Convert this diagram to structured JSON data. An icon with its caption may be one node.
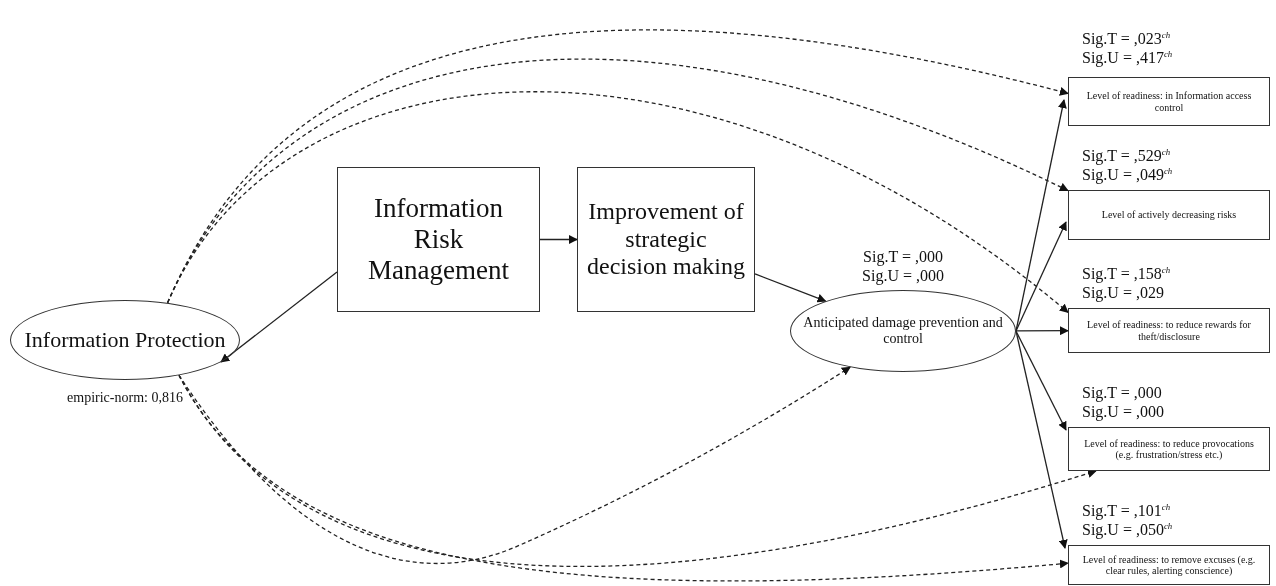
{
  "diagram": {
    "nodes": [
      {
        "text": [
          "Information Protection"
        ],
        "beside": [
          "empiric-norm:  0,816"
        ]
      },
      {
        "text": [
          "Information Risk Management"
        ]
      },
      {
        "text": [
          "Improvement of strategic decision making"
        ]
      },
      {
        "text": [
          "Anticipated damage prevention and control"
        ],
        "beside": [
          "Sig.T = ,000",
          "Sig.U = ,000"
        ]
      },
      {
        "text": [
          "Level of readiness: in Information access control"
        ],
        "beside": [
          "Sig.T = ,023$^{ch}$",
          "Sig.U = ,417$^{ch}$"
        ]
      },
      {
        "text": [
          "Level of actively decreasing risks"
        ],
        "beside": [
          "Sig.T = ,529$^{ch}$",
          "Sig.U = ,049$^{ch}$"
        ]
      },
      {
        "text": [
          "Level of readiness: to reduce rewards for theft/disclosure"
        ],
        "beside": [
          "Sig.T = ,158$^{ch}$",
          "Sig.U = ,029"
        ]
      },
      {
        "text": [
          "Level of readiness: to reduce provocations (e.g. frustration/stress etc.)"
        ],
        "beside": [
          "Sig.T = ,000",
          "Sig.U = ,000"
        ]
      },
      {
        "text": [
          "Level of readiness: to remove excuses (e.g. clear rules, alerting conscience)"
        ],
        "beside": [
          "Sig.T = ,101$^{ch}$",
          "Sig.U = ,050$^{ch}$"
        ]
      }
    ],
    "edges": [
      {
        "from": 1,
        "to": 0,
        "arrow": "to"
      },
      {
        "from": 1,
        "to": 2,
        "arrow": "to"
      },
      {
        "from": 2,
        "to": 3,
        "arrow": "to"
      },
      {
        "from": 0,
        "to": 3,
        "arrow": "to",
        "style": "dashed"
      },
      {
        "from": 0,
        "to": 4,
        "arrow": "to",
        "style": "dashed"
      },
      {
        "from": 0,
        "to": 5,
        "arrow": "to",
        "style": "dashed"
      },
      {
        "from": 0,
        "to": 6,
        "arrow": "to",
        "style": "dashed"
      },
      {
        "from": 0,
        "to": 7,
        "arrow": "to",
        "style": "dashed"
      },
      {
        "from": 0,
        "to": 8,
        "arrow": "to",
        "style": "dashed"
      },
      {
        "from": 3,
        "to": 4,
        "arrow": "to"
      },
      {
        "from": 3,
        "to": 5,
        "arrow": "to"
      },
      {
        "from": 3,
        "to": 6,
        "arrow": "to"
      },
      {
        "from": 3,
        "to": 7,
        "arrow": "to"
      },
      {
        "from": 3,
        "to": 8,
        "arrow": "to"
      }
    ]
  }
}
